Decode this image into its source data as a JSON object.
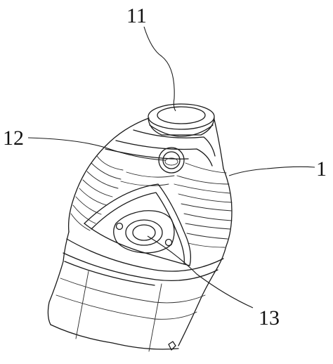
{
  "labels": {
    "part_11": "11",
    "part_12": "12",
    "part_1": "1",
    "part_13": "13"
  }
}
